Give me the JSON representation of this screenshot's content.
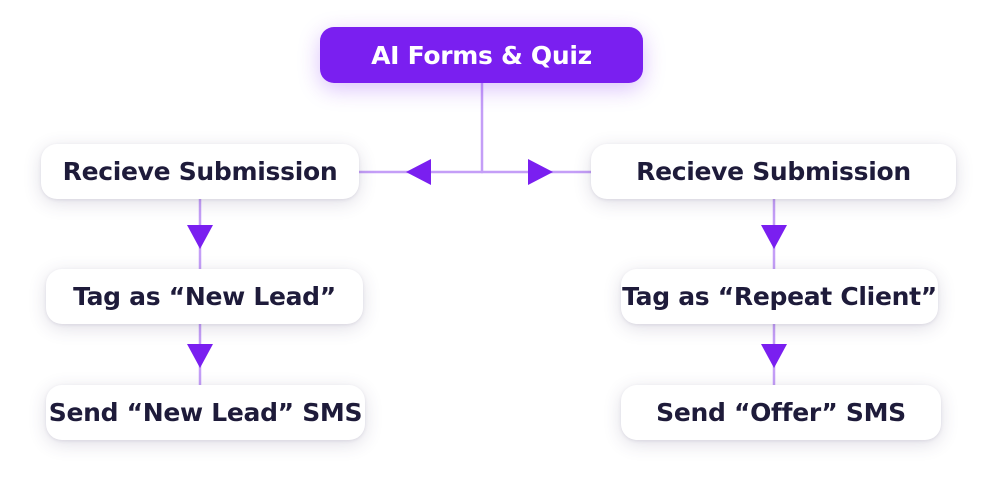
{
  "colors": {
    "accent": "#7a1ff0",
    "connector": "#c49ef7",
    "node_text": "#1e1b3a",
    "node_background": "#ffffff"
  },
  "root": {
    "label": "AI Forms & Quiz"
  },
  "left_branch": {
    "receive_label": "Recieve Submission",
    "tag_label": "Tag as “New Lead”",
    "send_label": "Send “New Lead” SMS"
  },
  "right_branch": {
    "receive_label": "Recieve Submission",
    "tag_label": "Tag as “Repeat Client”",
    "send_label": "Send “Offer” SMS"
  }
}
